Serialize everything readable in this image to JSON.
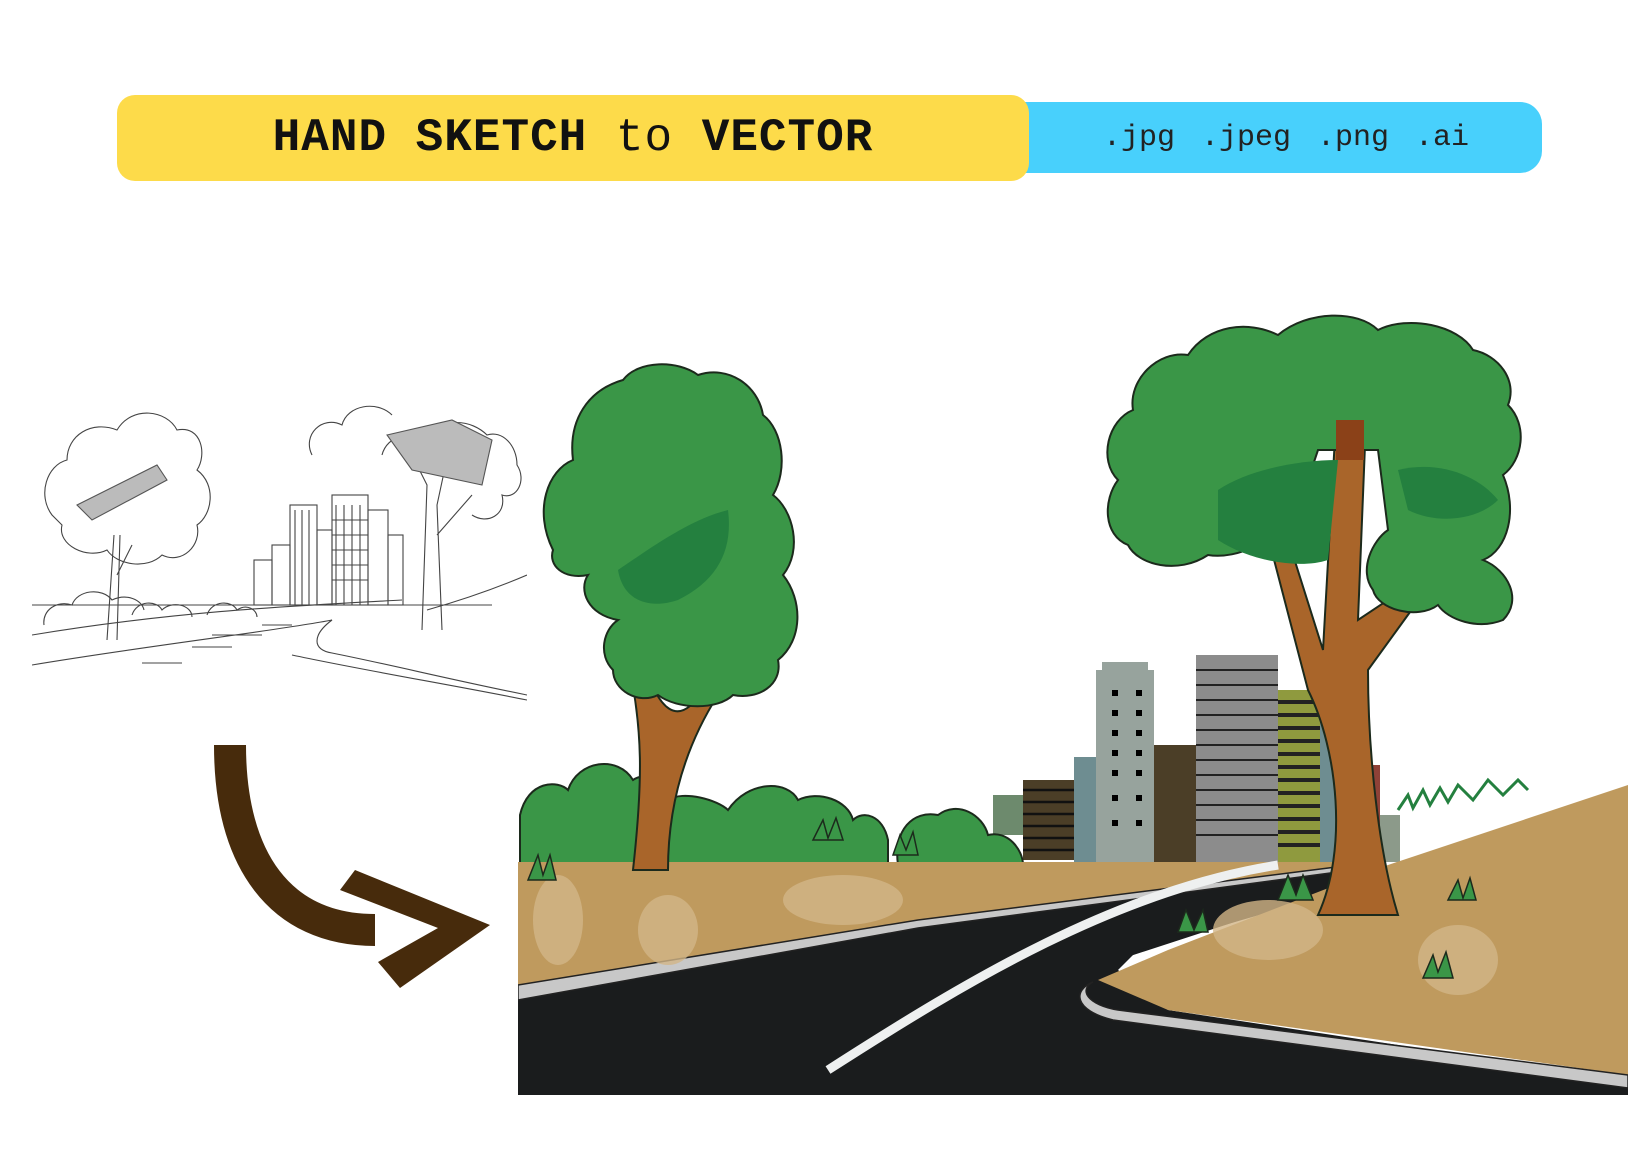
{
  "banner": {
    "title_part1": "HAND SKETCH",
    "title_connector": "to",
    "title_part2": "VECTOR",
    "formats": [
      ".jpg",
      ".jpeg",
      ".png",
      ".ai"
    ],
    "colors": {
      "title_bg": "#fddb4a",
      "formats_bg": "#48d0fc",
      "text": "#111111"
    }
  },
  "illustrations": {
    "sketch": {
      "label": "hand-drawn pencil sketch of park road with trees and city skyline"
    },
    "arrow": {
      "color": "#472b0c"
    },
    "vector": {
      "label": "colored vector illustration of park road with trees and city skyline",
      "colors": {
        "foliage": "#3a9647",
        "foliage_dark": "#24803f",
        "trunk": "#a9652a",
        "ground": "#bf9a5e",
        "ground_patch": "#d2b587",
        "road": "#1a1c1d",
        "road_line": "#eef0f0",
        "curb": "#c8c8c8",
        "outline": "#1c2a1c"
      }
    }
  }
}
